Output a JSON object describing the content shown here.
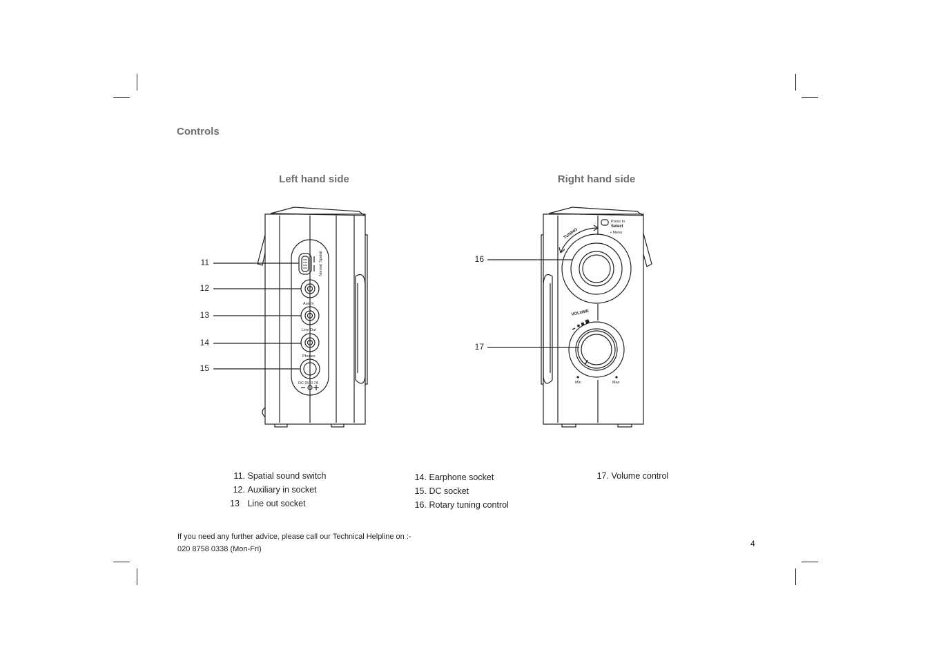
{
  "page": {
    "section_title": "Controls",
    "left_title": "Left hand side",
    "right_title": "Right hand side",
    "page_number": "4"
  },
  "left_panel": {
    "callouts": [
      "11",
      "12",
      "13",
      "14",
      "15"
    ],
    "switch_labels": [
      "Normal",
      "Spatial"
    ],
    "socket_labels": [
      "Aux In",
      "Line Out",
      "Phones",
      "DC 9V 0.7A"
    ]
  },
  "right_panel": {
    "callouts": [
      "16",
      "17"
    ],
    "tuning_label": "TUNING",
    "press_label_1": "Press to",
    "press_label_2": "Select",
    "menu_label": "• Menu",
    "volume_label": "VOLUME",
    "min_label": "Min",
    "max_label": "Max"
  },
  "legend": {
    "col1": [
      {
        "num": "11.",
        "text": "Spatial sound switch"
      },
      {
        "num": "12.",
        "text": "Auxiliary in socket"
      },
      {
        "num": "13",
        "text": "Line out socket"
      }
    ],
    "col2": [
      {
        "num": "14.",
        "text": "Earphone socket"
      },
      {
        "num": "15.",
        "text": "DC socket"
      },
      {
        "num": "16.",
        "text": "Rotary tuning control"
      }
    ],
    "col3": [
      {
        "num": "17.",
        "text": "Volume control"
      }
    ]
  },
  "footer": {
    "line1": "If you need any further advice, please call our Technical Helpline on :-",
    "line2": "020 8758 0338 (Mon-Fri)"
  }
}
